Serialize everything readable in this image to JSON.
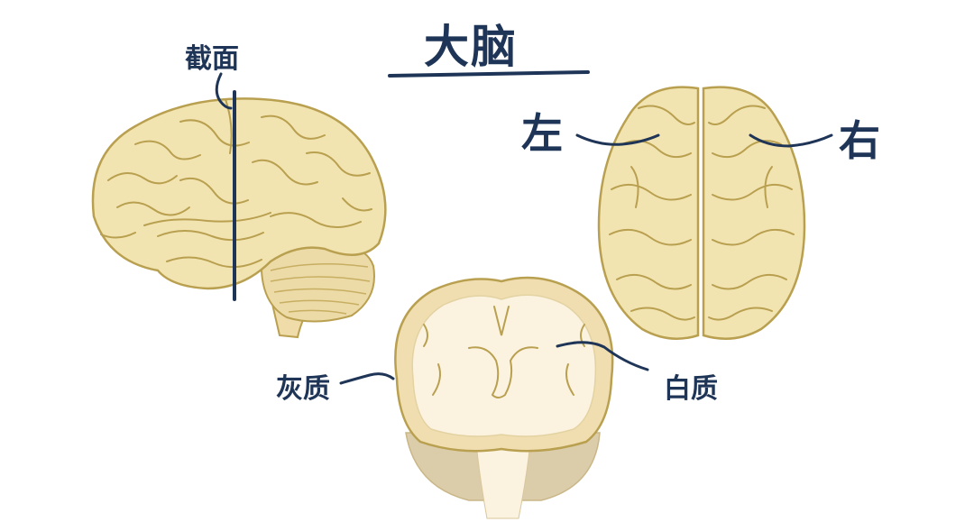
{
  "title": "大脑",
  "labels": {
    "section": "截面",
    "left": "左",
    "right": "右",
    "gray_matter": "灰质",
    "white_matter": "白质"
  },
  "colors": {
    "label_navy": "#1f3557",
    "brain_fill": "#f2e4b0",
    "brain_outline": "#b9a050",
    "white_matter": "#fbf3df",
    "cerebellum_section": "#dccdaa"
  }
}
